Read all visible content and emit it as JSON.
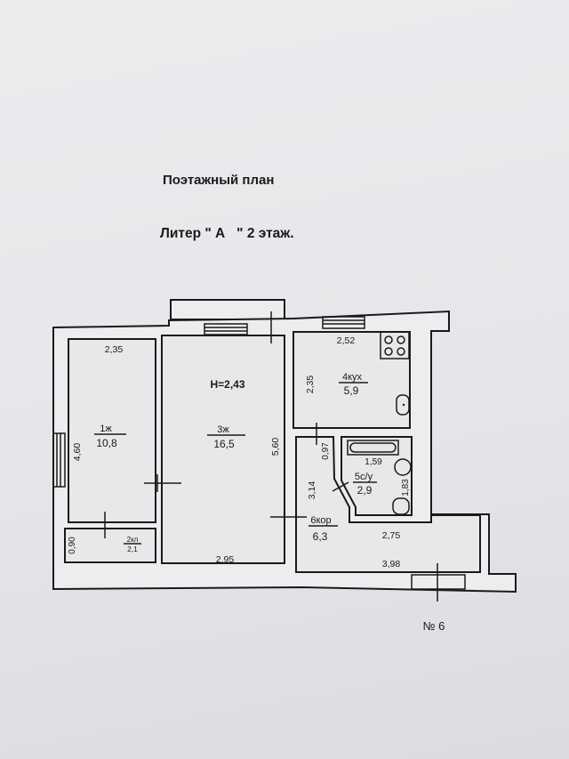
{
  "header": {
    "title": "Поэтажный план",
    "subtitle": "Литер \" А   \" 2 этаж."
  },
  "plan": {
    "ceiling_height": "H=2,43",
    "apartment_number": "№ 6",
    "rooms": [
      {
        "name": "1ж",
        "area": "10,8",
        "dims": [
          "2,35",
          "4,60"
        ]
      },
      {
        "name": "2кл",
        "area": "2,1",
        "dims": [
          "0,90"
        ]
      },
      {
        "name": "3ж",
        "area": "16,5",
        "dims": [
          "5,60",
          "2,95"
        ]
      },
      {
        "name": "4кух",
        "area": "5,9",
        "dims": [
          "2,52",
          "2,35"
        ]
      },
      {
        "name": "5с/у",
        "area": "2,9",
        "dims": [
          "1,59",
          "1,83"
        ]
      },
      {
        "name": "6кор",
        "area": "6,3",
        "dims": [
          "0,97",
          "3,14",
          "2,75",
          "3,98"
        ]
      }
    ]
  }
}
